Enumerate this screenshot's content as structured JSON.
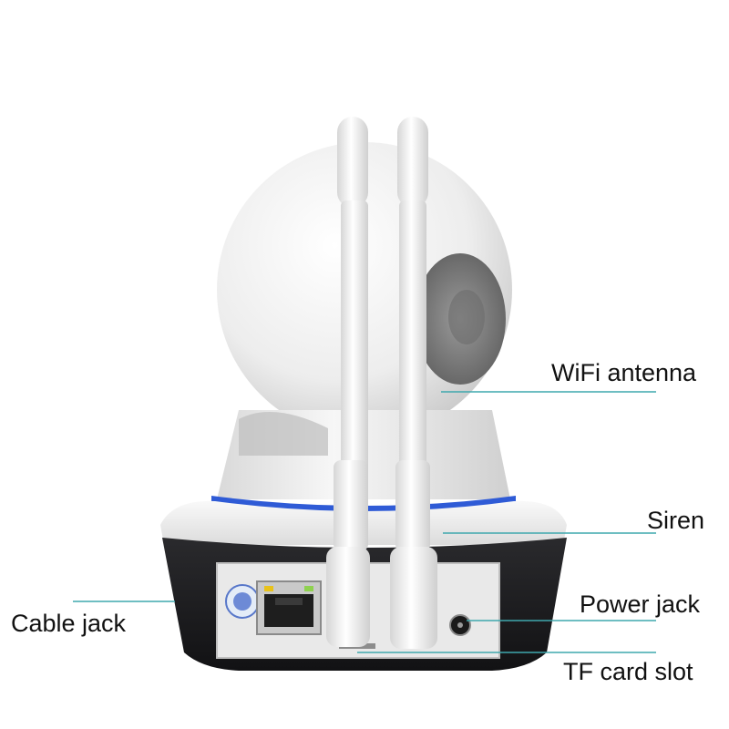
{
  "labels": {
    "wifi_antenna": "WiFi antenna",
    "siren": "Siren",
    "power_jack": "Power jack",
    "tf_card_slot": "TF card slot",
    "cable_jack": "Cable jack"
  },
  "colors": {
    "leader_line": "#3fa8ad",
    "body_white": "#f2f2f2",
    "base_black": "#1c1c1e",
    "accent_ring": "#2f5bd6",
    "port_led_yellow": "#e8c21a",
    "port_led_green": "#8fd14f"
  }
}
